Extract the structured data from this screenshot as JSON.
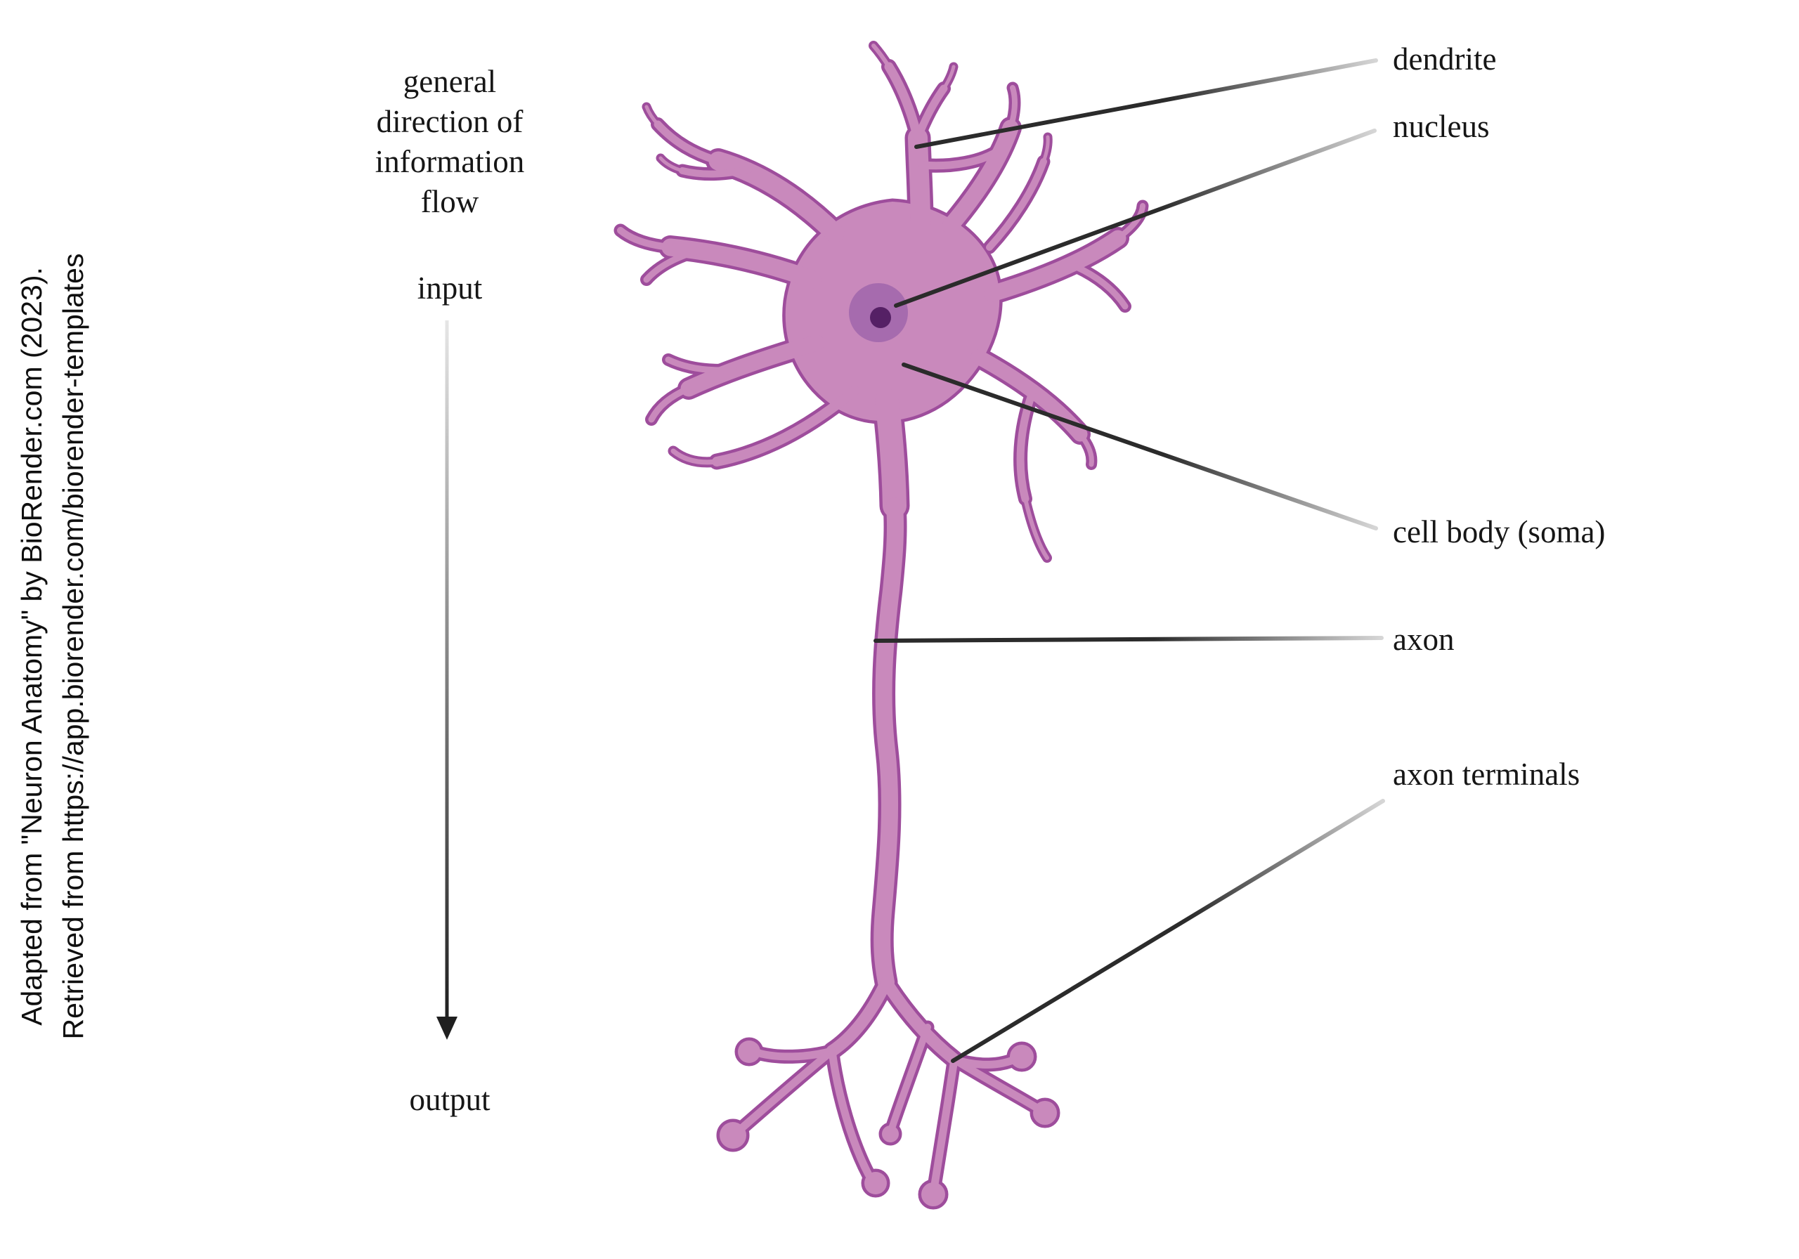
{
  "figure": {
    "citation": {
      "line1": "Adapted from \"Neuron Anatomy\" by BioRender.com (2023).",
      "line2": "Retrieved from https://app.biorender.com/biorender-templates"
    },
    "flow_caption": [
      "general",
      "direction of",
      "information",
      "flow"
    ],
    "flow": {
      "input_label": "input",
      "output_label": "output"
    },
    "labels": {
      "dendrite": "dendrite",
      "nucleus": "nucleus",
      "cell_body": "cell body (soma)",
      "axon": "axon",
      "axon_terminals": "axon terminals"
    },
    "colors": {
      "neuron_fill": "#c989bc",
      "neuron_outline": "#9e4d9c",
      "nucleus_fill": "#a66bae",
      "nucleolus_fill": "#552065",
      "label_text": "#161616",
      "leader_dark": "#2b2b2b",
      "leader_light": "#d6d6d6",
      "arrow_dark": "#1f1f1f",
      "background": "#ffffff"
    }
  }
}
